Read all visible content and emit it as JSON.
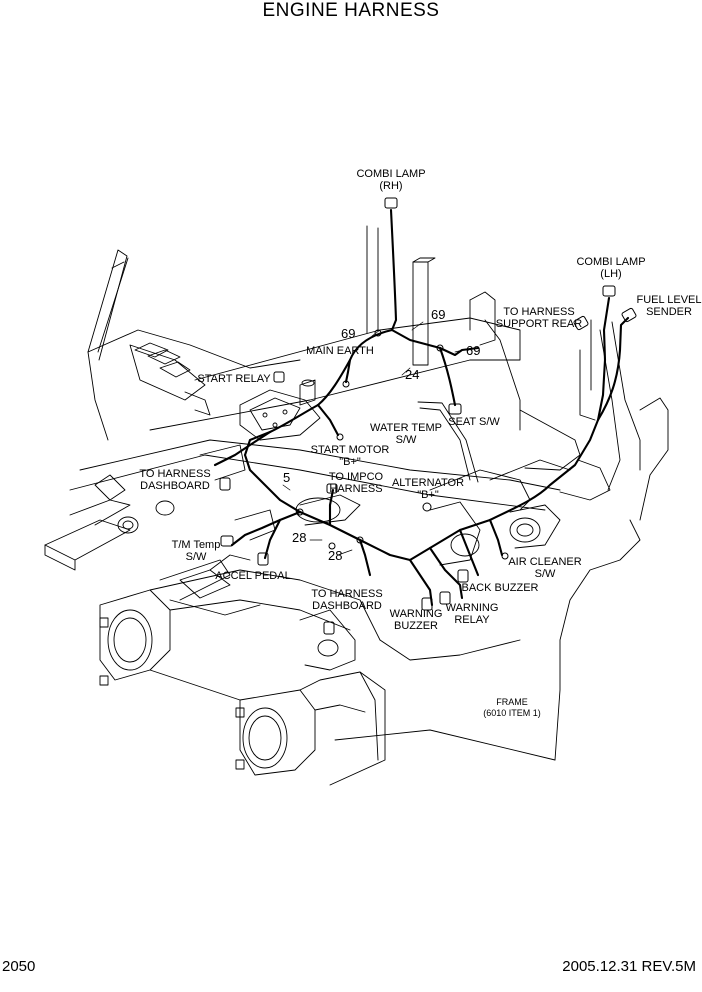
{
  "title": "ENGINE HARNESS",
  "footer": {
    "page": "2050",
    "revision": "2005.12.31  REV.5M"
  },
  "labels": {
    "combi_lamp_rh": [
      "COMBI LAMP",
      "(RH)"
    ],
    "combi_lamp_lh": [
      "COMBI LAMP",
      "(LH)"
    ],
    "fuel_level_sender": [
      "FUEL LEVEL",
      "SENDER"
    ],
    "to_harness_support_rear": [
      "TO HARNESS",
      "SUPPORT REAR"
    ],
    "main_earth": [
      "MAIN EARTH"
    ],
    "start_relay": [
      "START RELAY"
    ],
    "water_temp_sw": [
      "WATER TEMP",
      "S/W"
    ],
    "seat_sw": [
      "SEAT S/W"
    ],
    "start_motor": [
      "START MOTOR",
      "\"B+\""
    ],
    "to_harness_dashboard_left": [
      "TO HARNESS",
      "DASHBOARD"
    ],
    "to_impco_harness": [
      "TO IMPCO",
      "HARNESS"
    ],
    "alternator": [
      "ALTERNATOR",
      "\"B+\""
    ],
    "tm_temp_sw": [
      "T/M Temp",
      "S/W"
    ],
    "accel_pedal": [
      "ACCEL PEDAL"
    ],
    "air_cleaner_sw": [
      "AIR CLEANER",
      "S/W"
    ],
    "back_buzzer": [
      "BACK BUZZER"
    ],
    "to_harness_dashboard_lower": [
      "TO HARNESS",
      "DASHBOARD"
    ],
    "warning_buzzer": [
      "WARNING",
      "BUZZER"
    ],
    "warning_relay": [
      "WARNING",
      "RELAY"
    ],
    "frame": [
      "FRAME",
      "(6010 ITEM  1)"
    ]
  },
  "callouts": {
    "n69_left": "69",
    "n69_top": "69",
    "n69_right": "69",
    "n24": "24",
    "n5": "5",
    "n28_upper": "28",
    "n28_lower": "28"
  }
}
